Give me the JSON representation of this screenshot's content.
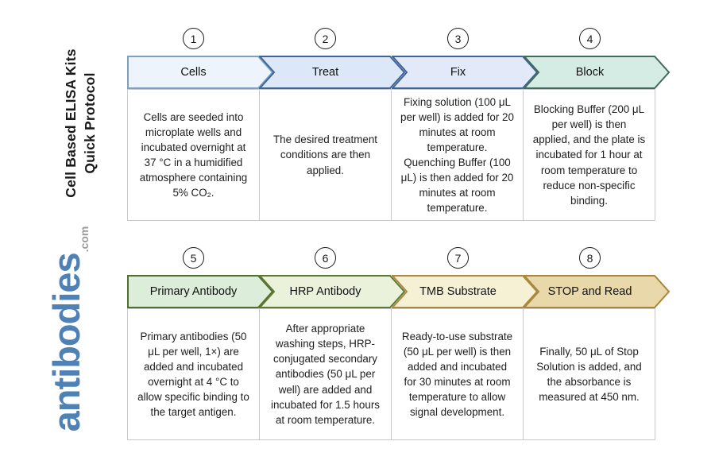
{
  "sidebar": {
    "title_line1": "Cell Based ELISA Kits",
    "title_line2": "Quick Protocol",
    "logo_text": "antibodies",
    "logo_suffix": ".com",
    "logo_color": "#4e82b6",
    "logo_suffix_color": "#9a9a9a"
  },
  "steps": [
    {
      "number": "1",
      "label": "Cells",
      "description": "Cells are seeded into microplate wells and incubated overnight at 37 °C in a humidified atmosphere containing 5% CO₂.",
      "fill": "#eef4fb",
      "stroke": "#7d9fc4"
    },
    {
      "number": "2",
      "label": "Treat",
      "description": "The desired treatment conditions are then applied.",
      "fill": "#dce7f8",
      "stroke": "#3e6595"
    },
    {
      "number": "3",
      "label": "Fix",
      "description": "Fixing solution (100 μL per well) is added for 20 minutes at room temperature. Quenching Buffer (100 μL) is then added for 20 minutes at room temperature.",
      "fill": "#e3e9f8",
      "stroke": "#3e6595"
    },
    {
      "number": "4",
      "label": "Block",
      "description": "Blocking Buffer (200 μL per well) is then applied, and the plate is incubated for 1 hour at room temperature to reduce non-specific binding.",
      "fill": "#d5ece5",
      "stroke": "#446a5d"
    },
    {
      "number": "5",
      "label": "Primary Antibody",
      "description": "Primary antibodies (50 μL per well, 1×) are added and incubated overnight at 4 °C to allow specific binding to the target antigen.",
      "fill": "#dcedda",
      "stroke": "#507031"
    },
    {
      "number": "6",
      "label": "HRP Antibody",
      "description": "After appropriate washing steps, HRP-conjugated secondary antibodies (50 μL per well) are added and incubated for 1.5 hours at room temperature.",
      "fill": "#eaf2db",
      "stroke": "#5c7a31"
    },
    {
      "number": "7",
      "label": "TMB Substrate",
      "description": "Ready-to-use substrate (50 μL per well) is then added and incubated for 30 minutes at room temperature to allow signal development.",
      "fill": "#f6f0d5",
      "stroke": "#ab8a40"
    },
    {
      "number": "8",
      "label": "STOP and Read",
      "description": "Finally, 50 μL of Stop Solution is added, and the absorbance is measured at 450 nm.",
      "fill": "#e9d8a9",
      "stroke": "#a8863c"
    }
  ]
}
